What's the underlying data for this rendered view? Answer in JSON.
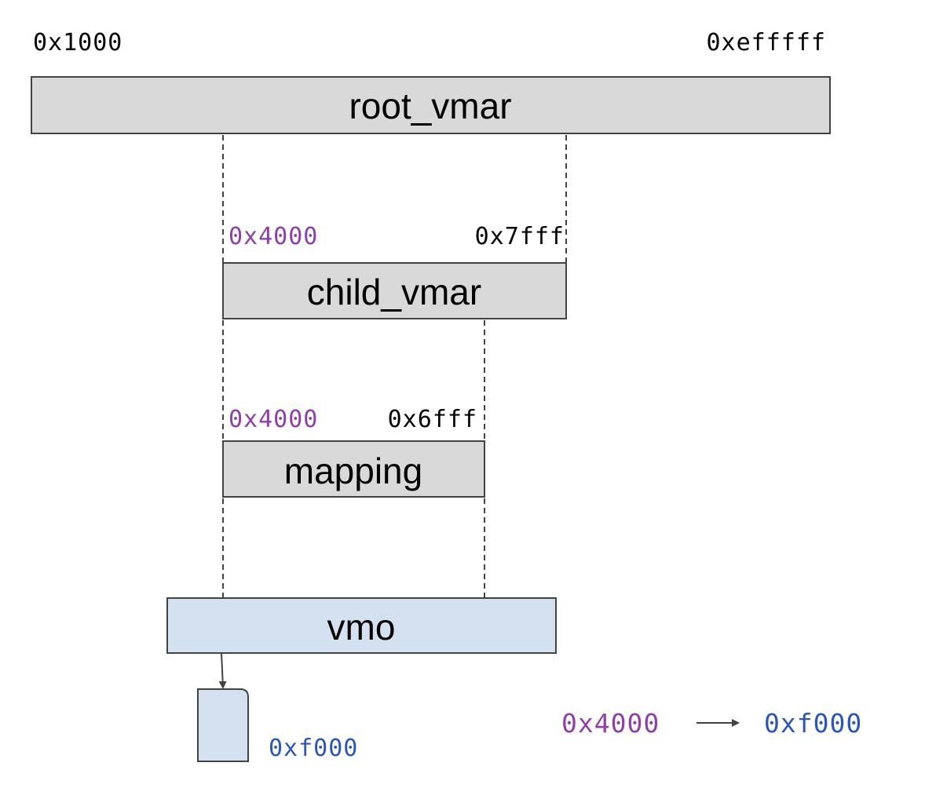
{
  "colors": {
    "box_gray": "#d9d9d9",
    "box_blue": "#d3e1f0",
    "stroke": "#434343",
    "purple": "#8e3fa8",
    "blue": "#2b55b8",
    "black": "#000000"
  },
  "root_vmar": {
    "label": "root_vmar",
    "start": "0x1000",
    "end": "0xefffff"
  },
  "child_vmar": {
    "label": "child_vmar",
    "start": "0x4000",
    "end": "0x7fff"
  },
  "mapping": {
    "label": "mapping",
    "start": "0x4000",
    "end": "0x6fff"
  },
  "vmo": {
    "label": "vmo",
    "page_addr": "0xf000"
  },
  "translation": {
    "from": "0x4000",
    "to": "0xf000"
  }
}
